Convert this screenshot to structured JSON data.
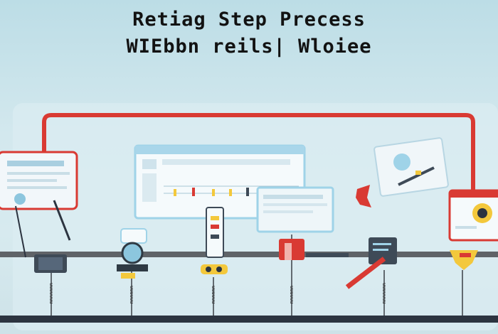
{
  "header": {
    "title_line1": "Retiag Step Precess",
    "title_line2": "WIEbbn reils| Wloiee"
  },
  "steps": [
    {
      "label": "uuuuuuu",
      "icon": "monitor-icon"
    },
    {
      "label": "uuuuuu",
      "icon": "magnifier-icon"
    },
    {
      "label": "uuuuuu",
      "icon": "phone-icon"
    },
    {
      "label": "uuuuuu",
      "icon": "lock-icon"
    },
    {
      "label": "uuuuuuu",
      "icon": "wrench-icon"
    },
    {
      "label": "",
      "icon": "eye-icon"
    }
  ],
  "colors": {
    "accent_red": "#d93a33",
    "frame_blue": "#9fd3e8",
    "baseline_gray": "#5f6368",
    "bottom_bar": "#2c3440",
    "highlight_yellow": "#f3c83c"
  }
}
